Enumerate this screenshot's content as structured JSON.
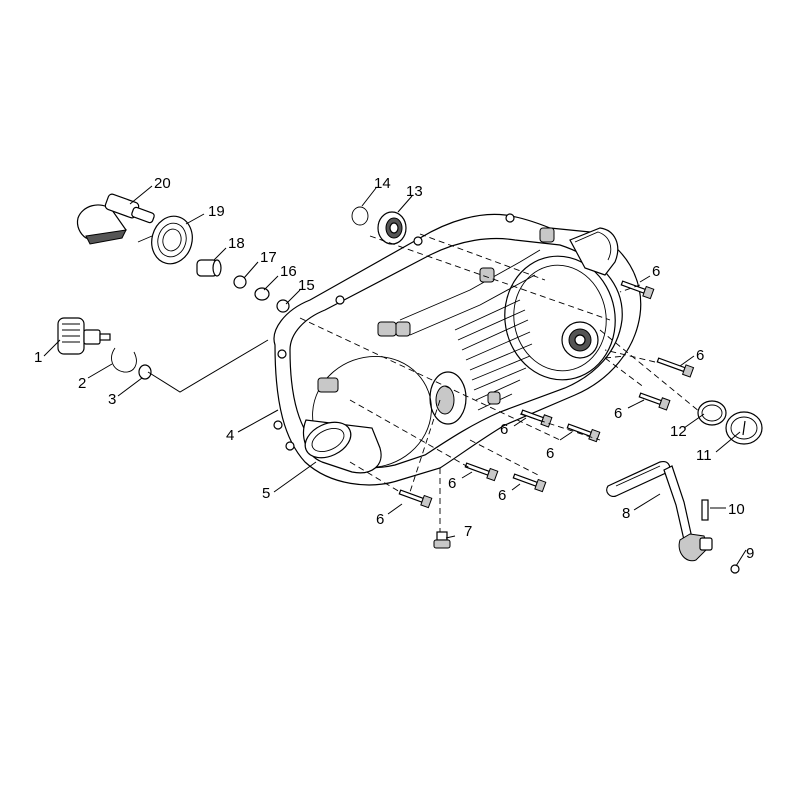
{
  "diagram": {
    "callouts": [
      {
        "id": "1",
        "label": "1"
      },
      {
        "id": "2",
        "label": "2"
      },
      {
        "id": "3",
        "label": "3"
      },
      {
        "id": "4",
        "label": "4"
      },
      {
        "id": "5",
        "label": "5"
      },
      {
        "id": "6",
        "label": "6"
      },
      {
        "id": "7",
        "label": "7"
      },
      {
        "id": "8",
        "label": "8"
      },
      {
        "id": "9",
        "label": "9"
      },
      {
        "id": "10",
        "label": "10"
      },
      {
        "id": "11",
        "label": "11"
      },
      {
        "id": "12",
        "label": "12"
      },
      {
        "id": "13",
        "label": "13"
      },
      {
        "id": "14",
        "label": "14"
      },
      {
        "id": "15",
        "label": "15"
      },
      {
        "id": "16",
        "label": "16"
      },
      {
        "id": "17",
        "label": "17"
      },
      {
        "id": "18",
        "label": "18"
      },
      {
        "id": "19",
        "label": "19"
      },
      {
        "id": "20",
        "label": "20"
      }
    ]
  }
}
